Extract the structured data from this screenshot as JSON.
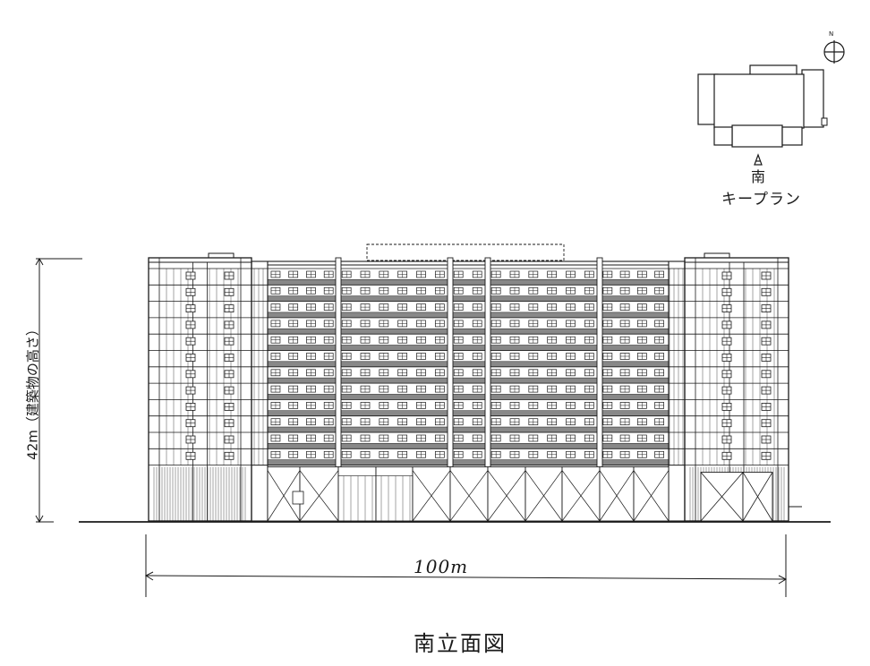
{
  "drawing": {
    "title": "南立面図",
    "height_dimension": "42m（建築物の高さ）",
    "width_dimension": "100m",
    "key_plan_label": "キープラン",
    "direction_label": "南",
    "north_mark": "N",
    "line_color": "#1a1a1a",
    "floors": 12
  }
}
